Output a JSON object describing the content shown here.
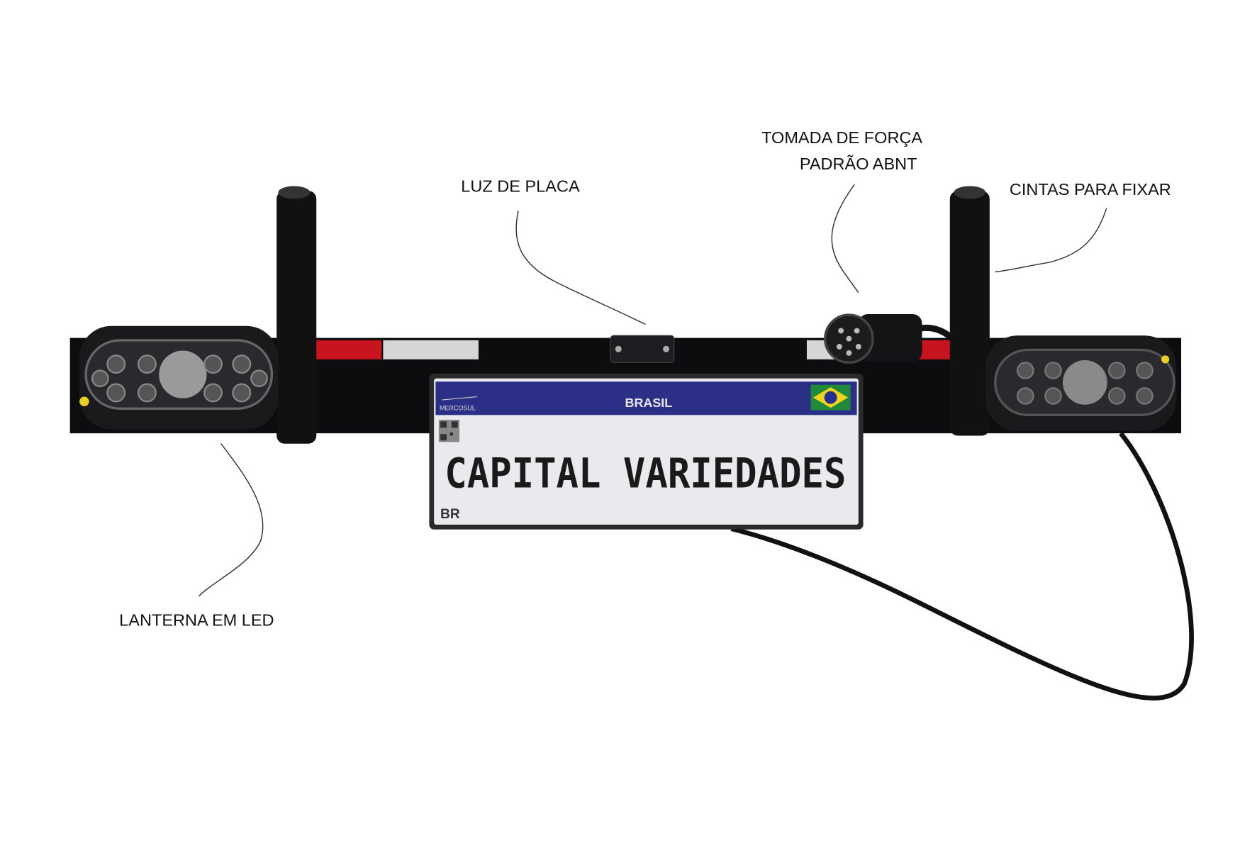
{
  "labels": {
    "plate_light": "LUZ DE PLACA",
    "power_socket_line1": "TOMADA DE FORÇA",
    "power_socket_line2": "PADRÃO ABNT",
    "straps": "CINTAS PARA FIXAR",
    "led_lamp": "LANTERNA EM LED"
  },
  "plate": {
    "country": "BRASIL",
    "bloc": "MERCOSUL",
    "text": "CAPITAL VARIEDADES",
    "country_code": "BR"
  },
  "colors": {
    "plate_blue": "#2c2f86",
    "bar": "#0d0d10",
    "reflector_red": "#c8141e",
    "flag_green": "#1f8a3a",
    "flag_yellow": "#f2d21b"
  }
}
